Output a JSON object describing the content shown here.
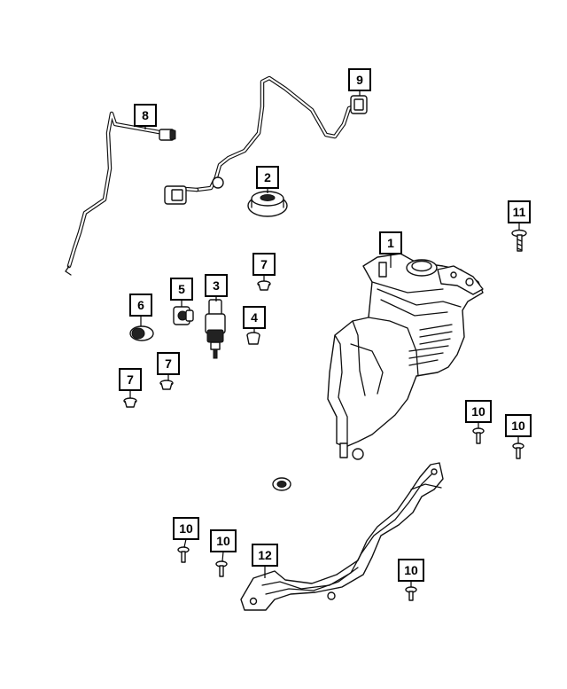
{
  "diagram": {
    "callouts": [
      {
        "id": "callout-1",
        "label": "1"
      },
      {
        "id": "callout-2",
        "label": "2"
      },
      {
        "id": "callout-3",
        "label": "3"
      },
      {
        "id": "callout-4",
        "label": "4"
      },
      {
        "id": "callout-5",
        "label": "5"
      },
      {
        "id": "callout-6",
        "label": "6"
      },
      {
        "id": "callout-7a",
        "label": "7"
      },
      {
        "id": "callout-7b",
        "label": "7"
      },
      {
        "id": "callout-7c",
        "label": "7"
      },
      {
        "id": "callout-8",
        "label": "8"
      },
      {
        "id": "callout-9",
        "label": "9"
      },
      {
        "id": "callout-10a",
        "label": "10"
      },
      {
        "id": "callout-10b",
        "label": "10"
      },
      {
        "id": "callout-10c",
        "label": "10"
      },
      {
        "id": "callout-10d",
        "label": "10"
      },
      {
        "id": "callout-10e",
        "label": "10"
      },
      {
        "id": "callout-11",
        "label": "11"
      },
      {
        "id": "callout-12",
        "label": "12"
      }
    ]
  }
}
